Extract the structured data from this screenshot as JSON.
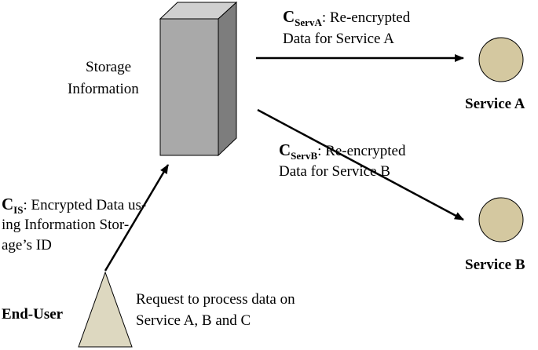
{
  "storage": {
    "label_line1": "Storage",
    "label_line2": "Information"
  },
  "arrows": {
    "service_a": {
      "c_letter": "C",
      "c_sub": "ServA",
      "line1_rest": ": Re-encrypted",
      "line2": "Data for Service A"
    },
    "service_b": {
      "c_letter": "C",
      "c_sub": "ServB",
      "line1_rest": ": Re-encrypted",
      "line2": "Data for Service B"
    },
    "end_user": {
      "c_letter": "C",
      "c_sub": "IS",
      "line1_rest": ": Encrypted Data us-",
      "line2": "ing Information Stor-",
      "line3": "age’s ID"
    }
  },
  "services": {
    "a": {
      "label": "Service A"
    },
    "b": {
      "label": "Service B"
    }
  },
  "end_user": {
    "label": "End-User",
    "request_line1": "Request to process data on",
    "request_line2": "Service A, B and C"
  },
  "colors": {
    "storage_front": "#a9a9a9",
    "storage_top": "#d0d0d0",
    "storage_side": "#7d7d7d",
    "service_fill": "#d4c8a0",
    "end_user_fill": "#ddd8c0",
    "stroke": "#000000"
  }
}
